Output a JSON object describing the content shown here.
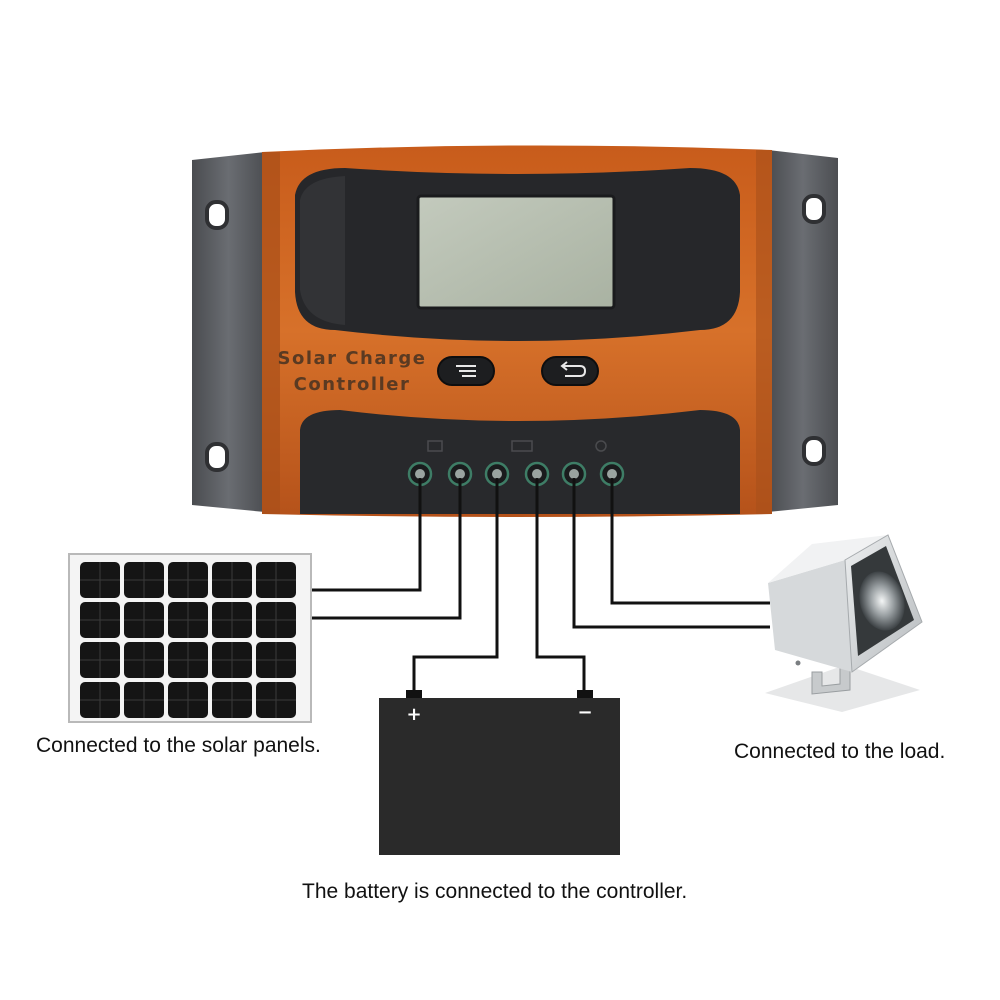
{
  "controller": {
    "label_line1": "Solar Charge",
    "label_line2": "Controller",
    "buttons": [
      {
        "name": "menu",
        "icon": "menu-icon"
      },
      {
        "name": "back",
        "icon": "return-icon"
      }
    ],
    "terminal_count": 6,
    "colors": {
      "body": "#d2661f",
      "body_dark": "#a84a12",
      "bracket": "#55585c",
      "panel": "#2a2b2e",
      "lcd": "#b9c1b2"
    }
  },
  "battery": {
    "positive": "+",
    "negative": "−"
  },
  "captions": {
    "solar": "Connected to the solar panels.",
    "load": "Connected to the load.",
    "battery": "The battery is connected to the controller."
  }
}
